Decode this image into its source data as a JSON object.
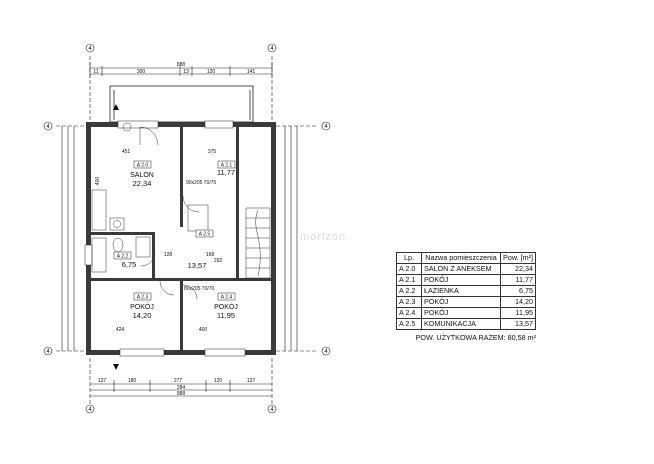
{
  "rooms": [
    {
      "id": "A 2.0",
      "name": "SALON",
      "area": "22,34"
    },
    {
      "id": "A 2.1",
      "name": "",
      "area": "11,77"
    },
    {
      "id": "A 2.2",
      "name": "",
      "area": "6,75"
    },
    {
      "id": "A 2.3",
      "name": "POKÓJ",
      "area": "14,20"
    },
    {
      "id": "A 2.4",
      "name": "POKÓJ",
      "area": "11,95"
    },
    {
      "id": "A 2.5",
      "name": "",
      "area": "13,57"
    }
  ],
  "dimensions": {
    "top_total": "888",
    "top_segments": [
      "11",
      "300",
      "13",
      "120",
      "141"
    ],
    "salon_width": "451",
    "room21_width": "375",
    "room23_width": "424",
    "room24_width": "400",
    "room_height": "400",
    "bottom_total": "888",
    "bottom_mid": "284",
    "bottom_segments": [
      "127",
      "180",
      "277",
      "120",
      "137"
    ],
    "inner_128": "128",
    "inner_168": "168",
    "inner_292": "292",
    "door_note_1": "90x205 70/75",
    "door_note_2": "80x205 70/70"
  },
  "axes": {
    "left": "4",
    "right": "4",
    "top": "4",
    "bottom": "4"
  },
  "legend": {
    "headers": {
      "lp": "Lp.",
      "name": "Nazwa pomieszczenia",
      "area": "Pow. [m²]"
    },
    "rows": [
      {
        "lp": "A 2.0",
        "name": "SALON Z ANEKSEM",
        "area": "22,34"
      },
      {
        "lp": "A 2.1",
        "name": "POKÓJ",
        "area": "11,77"
      },
      {
        "lp": "A 2.2",
        "name": "ŁAZIENKA",
        "area": "6,75"
      },
      {
        "lp": "A 2.3",
        "name": "POKÓJ",
        "area": "14,20"
      },
      {
        "lp": "A 2.4",
        "name": "POKÓJ",
        "area": "11,95"
      },
      {
        "lp": "A 2.5",
        "name": "KOMUNIKACJA",
        "area": "13,57"
      }
    ],
    "total_label": "POW. UŻYTKOWA RAZEM:",
    "total_value": "80,58 m²"
  },
  "watermark": "morizon"
}
